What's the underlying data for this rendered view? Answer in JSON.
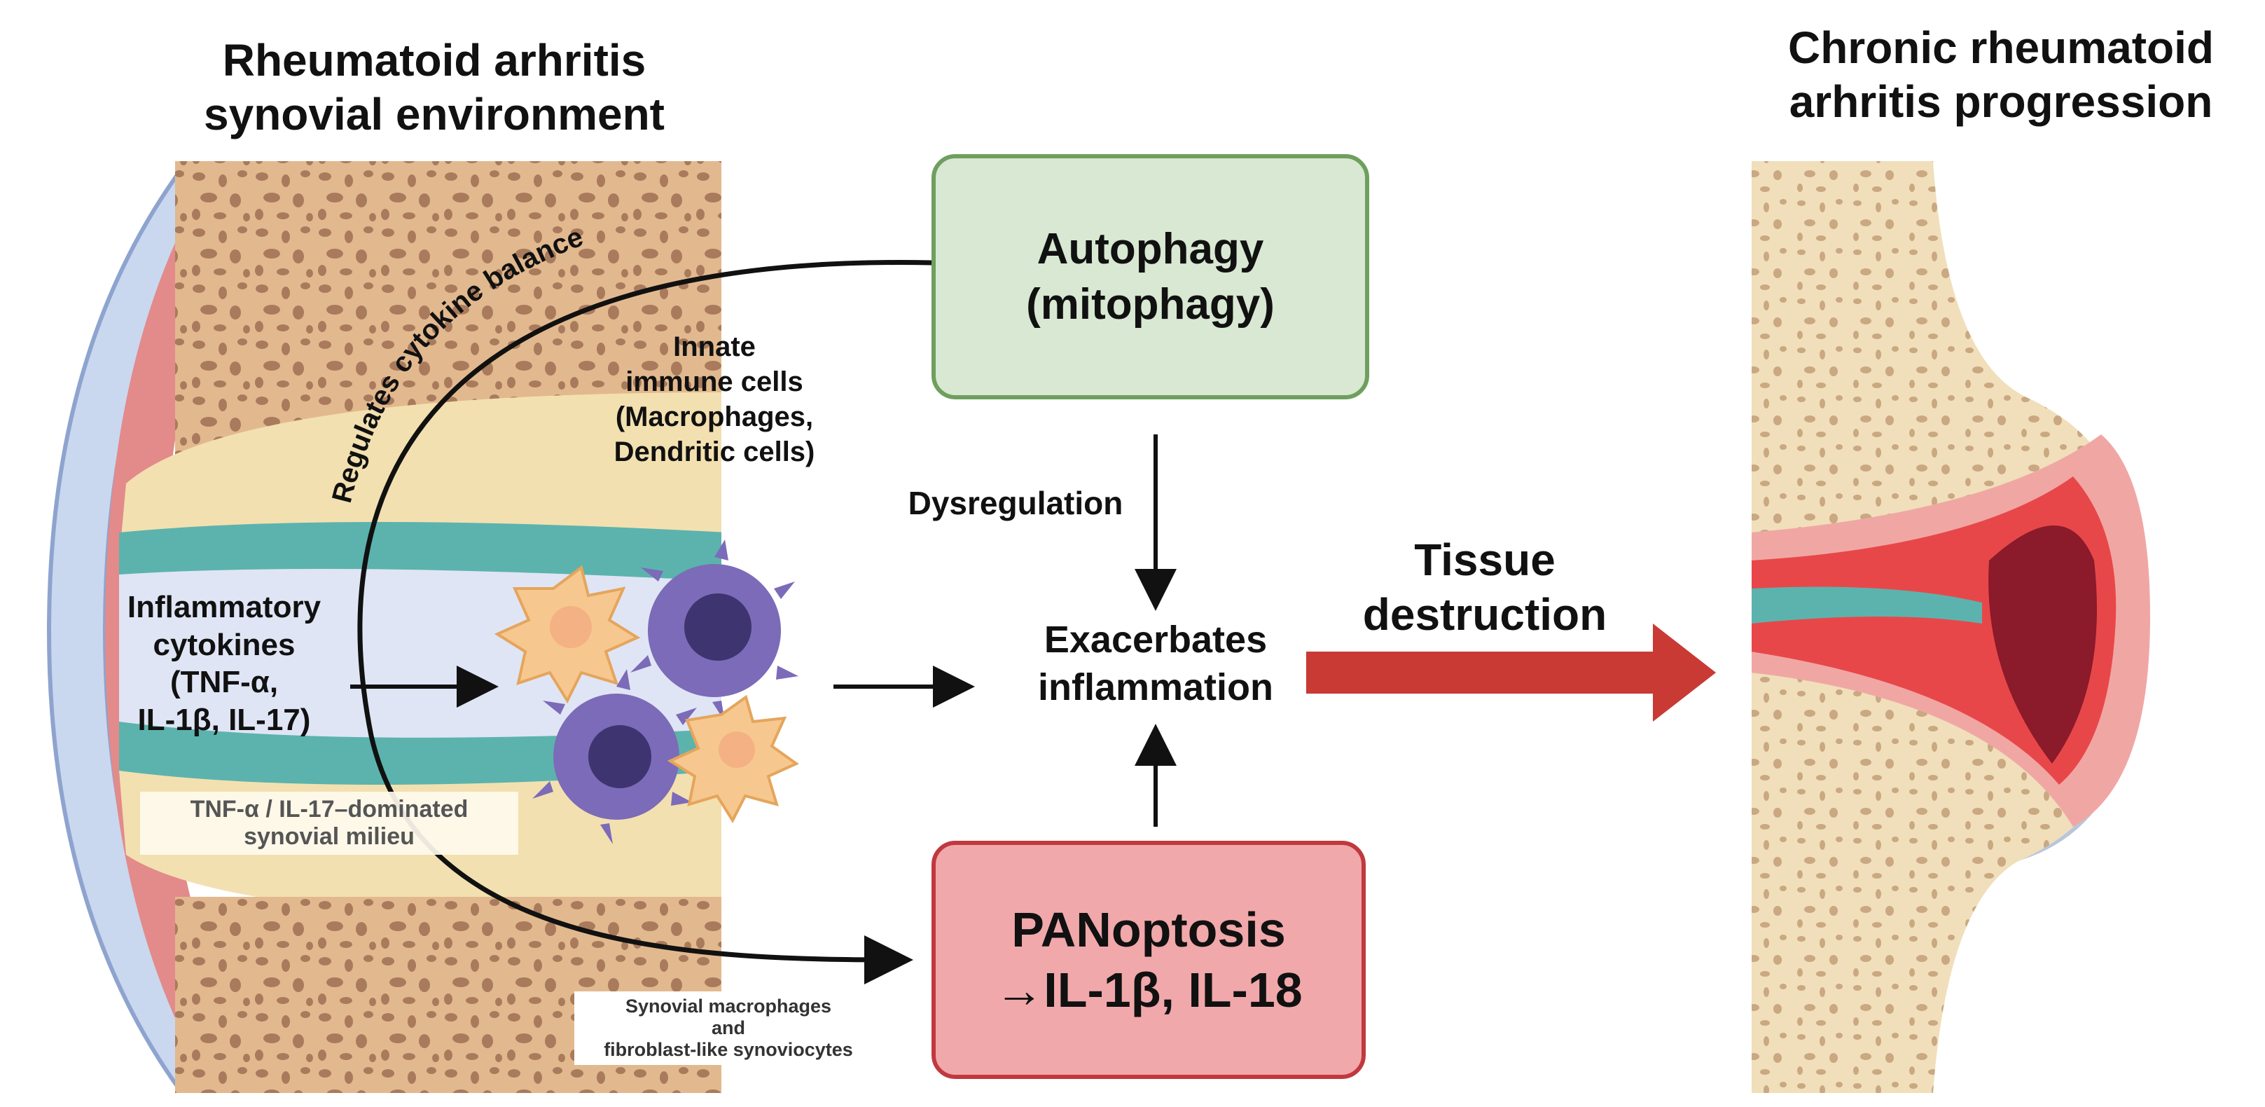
{
  "left_panel": {
    "title_line1": "Rheumatoid arhritis",
    "title_line2": "synovial environment",
    "curve_label": "Regulates cytokine balance",
    "immune_cells": [
      "Innate",
      "immune cells",
      "(Macrophages,",
      "Dendritic cells)"
    ],
    "cytokines": [
      "Inflammatory",
      "cytokines",
      "(TNF-α,",
      "IL-1β, IL-17)"
    ],
    "milieu": [
      "TNF-α / IL-17–dominated",
      "synovial milieu"
    ],
    "macrophage_note": [
      "Synovial macrophages",
      "and",
      "fibroblast-like synoviocytes"
    ]
  },
  "center": {
    "autophagy": [
      "Autophagy",
      "(mitophagy)"
    ],
    "dysregulation": "Dysregulation",
    "exacerbates": [
      "Exacerbates",
      "inflammation"
    ],
    "panoptosis": [
      "PANoptosis",
      "→IL-1β, IL-18"
    ],
    "tissue": [
      "Tissue",
      "destruction"
    ]
  },
  "right_panel": {
    "title_line1": "Chronic rheumatoid",
    "title_line2": "arhritis progression"
  },
  "colors": {
    "autophagy_fill": "#d8e8d2",
    "autophagy_border": "#6f9f5e",
    "panoptosis_fill": "#f1a8ab",
    "panoptosis_border": "#c0393f",
    "arrow_red": "#c93a35",
    "bone": "#e5b98c",
    "cartilage": "#f5e9c8",
    "synovium": "#5cb3ad",
    "inflamed": "#e8474a"
  }
}
